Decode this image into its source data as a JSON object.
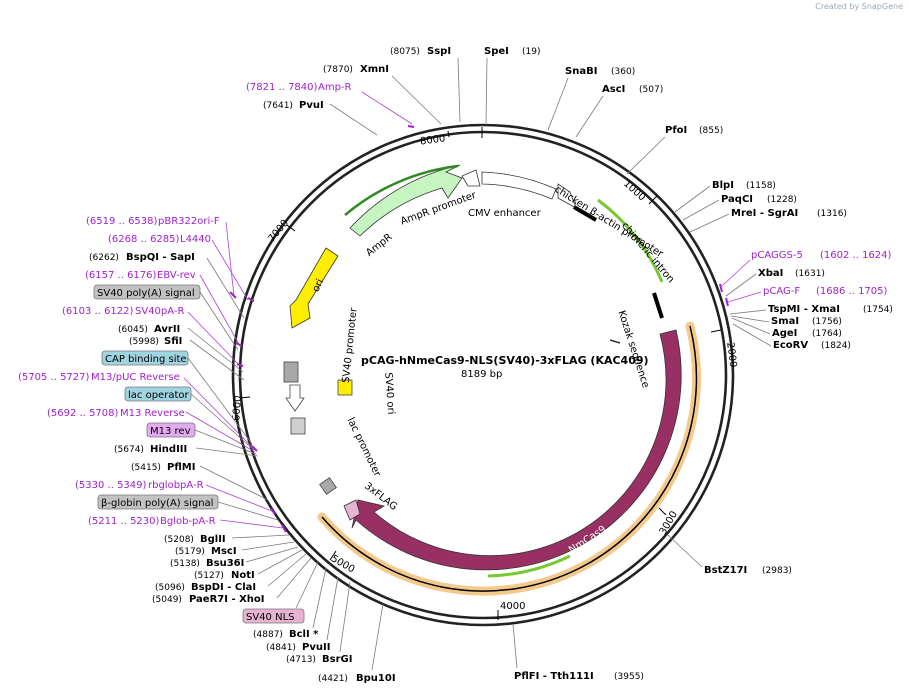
{
  "credit": "Created by SnapGene",
  "plasmid": {
    "name": "pCAG-hNmeCas9-NLS(SV40)-3xFLAG  (KAC409)",
    "size": "8189 bp"
  },
  "ticks": [
    "1000",
    "2000",
    "3000",
    "4000",
    "5000",
    "6000",
    "7000",
    "8000"
  ],
  "sites": [
    {
      "pos": "(8075)",
      "name": "SspI"
    },
    {
      "pos": "(7870)",
      "name": "XmnI"
    },
    {
      "pos": "(7641)",
      "name": "PvuI"
    },
    {
      "name": "SpeI",
      "pos": "(19)"
    },
    {
      "name": "SnaBI",
      "pos": "(360)"
    },
    {
      "name": "AscI",
      "pos": "(507)"
    },
    {
      "name": "PfoI",
      "pos": "(855)"
    },
    {
      "name": "BlpI",
      "pos": "(1158)"
    },
    {
      "name": "PaqCI",
      "pos": "(1228)"
    },
    {
      "name": "MreI  - SgrAI",
      "pos": "(1316)"
    },
    {
      "name": "XbaI",
      "pos": "(1631)"
    },
    {
      "name": "TspMI  - XmaI",
      "pos": "(1754)"
    },
    {
      "name": "SmaI",
      "pos": "(1756)"
    },
    {
      "name": "AgeI",
      "pos": "(1764)"
    },
    {
      "name": "EcoRV",
      "pos": "(1824)"
    },
    {
      "name": "BstZ17I",
      "pos": "(2983)"
    },
    {
      "name": "PflFI  - Tth111I",
      "pos": "(3955)"
    },
    {
      "pos": "(4421)",
      "name": "Bpu10I"
    },
    {
      "pos": "(4713)",
      "name": "BsrGI"
    },
    {
      "pos": "(4841)",
      "name": "PvuII"
    },
    {
      "pos": "(4887)",
      "name": "BclI *"
    },
    {
      "pos": "(5049)",
      "name": "PaeR7I  - XhoI"
    },
    {
      "pos": "(5096)",
      "name": "BspDI  - ClaI"
    },
    {
      "pos": "(5127)",
      "name": "NotI"
    },
    {
      "pos": "(5138)",
      "name": "Bsu36I"
    },
    {
      "pos": "(5179)",
      "name": "MscI"
    },
    {
      "pos": "(5208)",
      "name": "BglII"
    },
    {
      "pos": "(5415)",
      "name": "PflMI"
    },
    {
      "pos": "(5674)",
      "name": "HindIII"
    },
    {
      "pos": "(5998)",
      "name": "SfiI"
    },
    {
      "pos": "(6045)",
      "name": "AvrII"
    },
    {
      "pos": "(6262)",
      "name": "BspQI  - SapI"
    }
  ],
  "primers": [
    {
      "range": "(7821 .. 7840)",
      "name": "Amp-R"
    },
    {
      "range": "(6519 .. 6538)",
      "name": "pBR322ori-F"
    },
    {
      "range": "(6268 .. 6285)",
      "name": "L4440"
    },
    {
      "range": "(6157 .. 6176)",
      "name": "EBV-rev"
    },
    {
      "range": "(6103 .. 6122)",
      "name": "SV40pA-R"
    },
    {
      "range": "(5705 .. 5727)",
      "name": "M13/pUC Reverse"
    },
    {
      "range": "(5692 .. 5708)",
      "name": "M13 Reverse"
    },
    {
      "range": "(5330 .. 5349)",
      "name": "rbglobpA-R"
    },
    {
      "range": "(5211 .. 5230)",
      "name": "Bglob-pA-R"
    },
    {
      "name": "pCAGGS-5",
      "range": "(1602 .. 1624)"
    },
    {
      "name": "pCAG-F",
      "range": "(1686 .. 1705)"
    }
  ],
  "boxed": [
    {
      "name": "SV40 poly(A) signal"
    },
    {
      "name": "CAP binding site"
    },
    {
      "name": "lac operator"
    },
    {
      "name": "M13 rev"
    },
    {
      "name": "β-globin poly(A) signal"
    },
    {
      "name": "SV40 NLS"
    }
  ],
  "features": {
    "ampr_promoter": "AmpR promoter",
    "ampr": "AmpR",
    "cmv": "CMV enhancer",
    "actin": "chicken β-actin promoter",
    "intron": "chimeric intron",
    "kozak": "Kozak sequence",
    "ori": "ori",
    "sv40_promoter": "SV40 promoter",
    "sv40_ori": "SV40 ori",
    "lac_promoter": "lac promoter",
    "flag": "3xFLAG",
    "nmcas9": "NmCas9"
  },
  "colors": {
    "primer": "#a020d0",
    "ampr": "#c6f5c2",
    "ori": "#ffee00",
    "nmcas9": "#983064",
    "orf_highlight": "#f3c98c",
    "primer_bar": "#78c832",
    "cap": "#9fd4e0",
    "m13": "#e2aaf0",
    "grey_box": "#c2c2c2",
    "nls": "#e6b4d2"
  }
}
